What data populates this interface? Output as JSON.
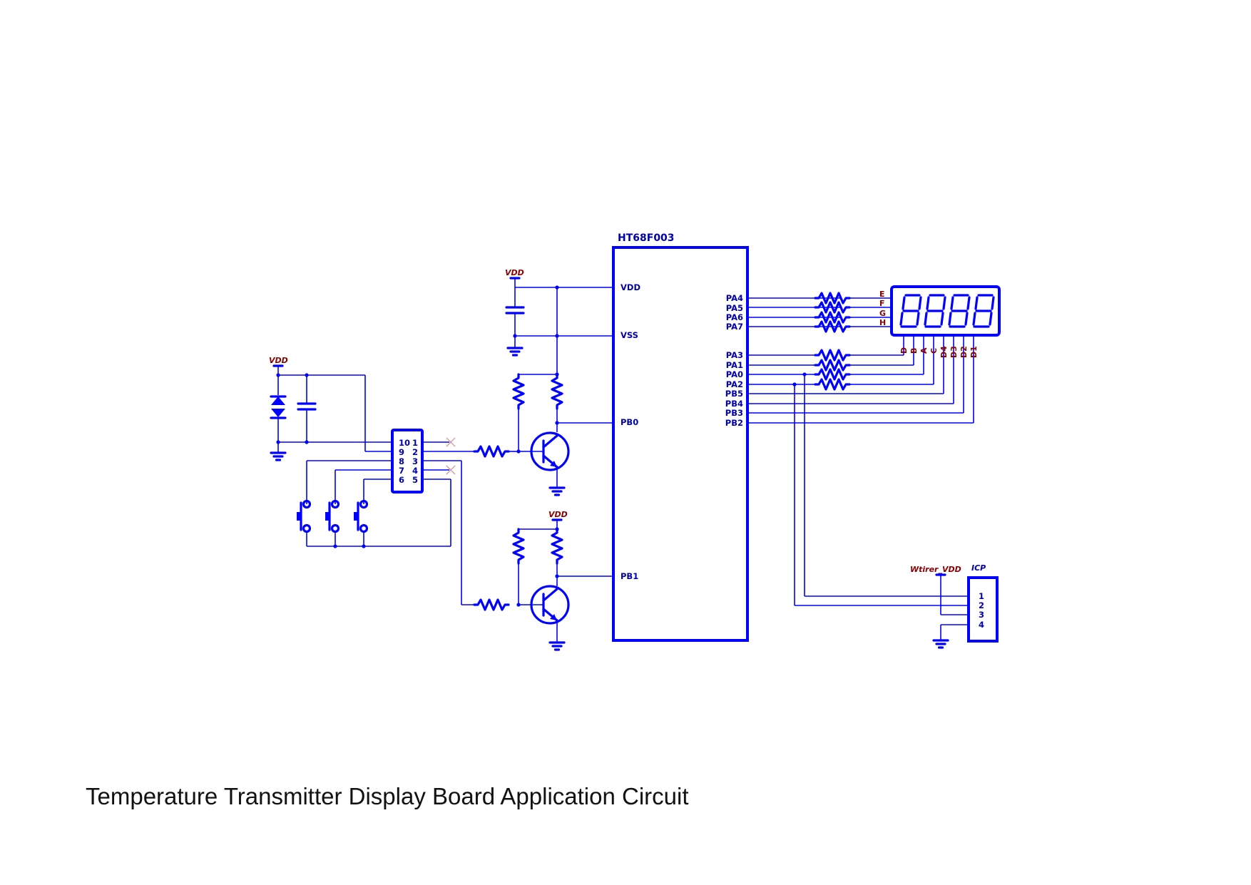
{
  "caption": "Temperature Transmitter Display Board Application Circuit",
  "mcu": {
    "name": "HT68F003",
    "left_pins": [
      "VDD",
      "VSS",
      "PB0",
      "PB1"
    ],
    "right_pins": [
      "PA4",
      "PA5",
      "PA6",
      "PA7",
      "PA3",
      "PA1",
      "PA0",
      "PA2",
      "PB5",
      "PB4",
      "PB3",
      "PB2"
    ]
  },
  "power_labels": {
    "vdd": "VDD",
    "icp_supply": "Wtirer_VDD"
  },
  "connector10": {
    "left": [
      "10",
      "9",
      "8",
      "7",
      "6"
    ],
    "right": [
      "1",
      "2",
      "3",
      "4",
      "5"
    ]
  },
  "display": {
    "digits": [
      "8",
      "8",
      "8",
      "8"
    ],
    "segment_labels": [
      "E",
      "F",
      "G",
      "H"
    ],
    "bottom_pins": [
      "D",
      "B",
      "A",
      "C",
      "D4",
      "D3",
      "D2",
      "D1"
    ]
  },
  "icp": {
    "name": "ICP",
    "pins": [
      "1",
      "2",
      "3",
      "4"
    ]
  },
  "colors": {
    "wire": "#0000ff",
    "net_label": "#8b0000",
    "text": "#0000aa"
  }
}
